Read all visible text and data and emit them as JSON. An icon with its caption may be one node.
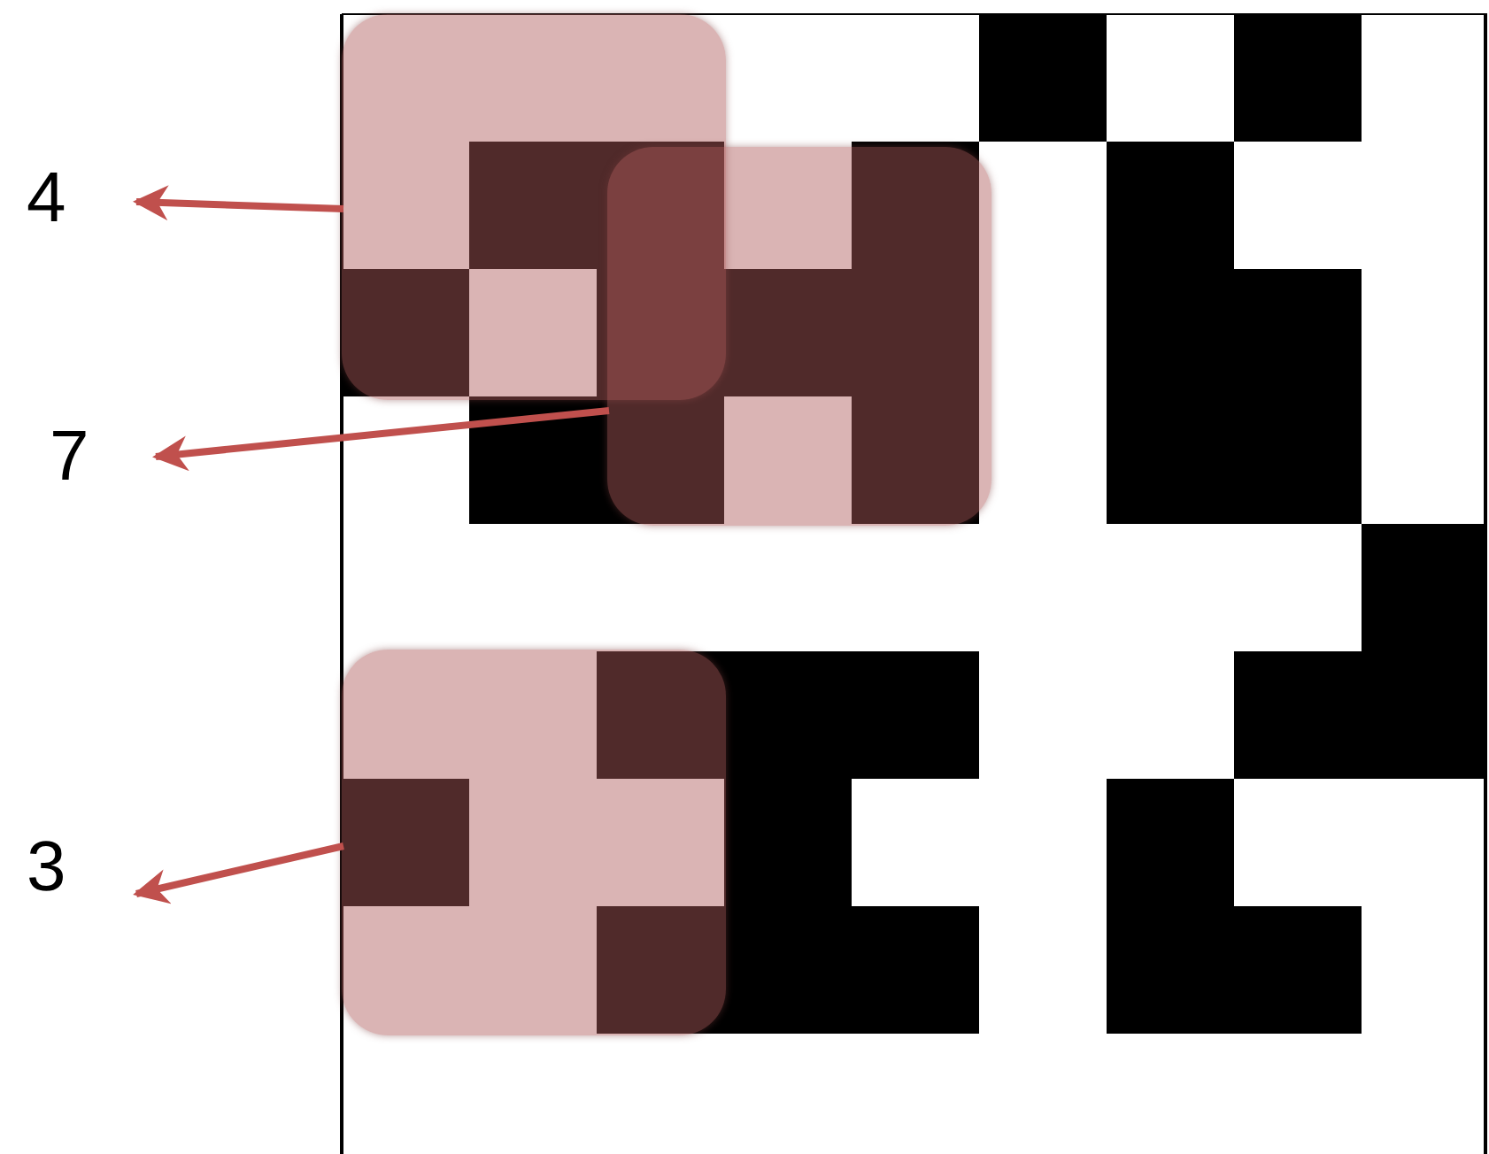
{
  "diagram": {
    "nodes": [
      {
        "text": [
          "4"
        ]
      },
      {
        "text": [
          "7"
        ]
      },
      {
        "text": [
          "3"
        ]
      },
      {
        "text": [],
        "shape": "box"
      },
      {
        "text": [],
        "shape": "box"
      },
      {
        "text": [],
        "shape": "box"
      }
    ],
    "edges": [
      {
        "from": 3,
        "to": 0,
        "arrow": "to"
      },
      {
        "from": 4,
        "to": 1,
        "arrow": "to"
      },
      {
        "from": 5,
        "to": 2,
        "arrow": "to"
      }
    ]
  }
}
